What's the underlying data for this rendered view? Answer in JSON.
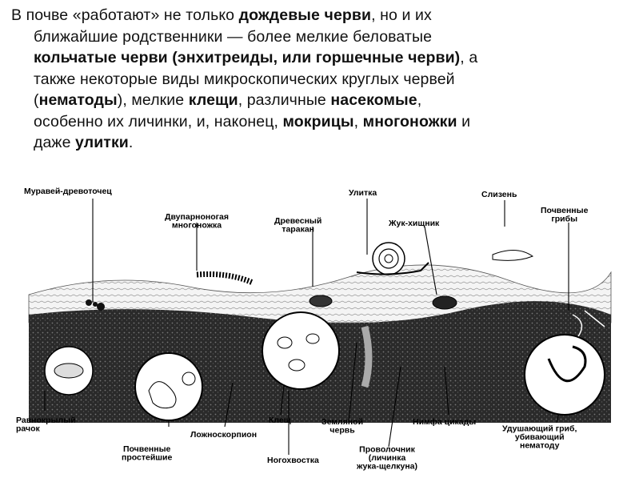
{
  "paragraph": {
    "l1": {
      "a": "В почве «работают» не только ",
      "b": "дождевые черви",
      "c": ", но и их"
    },
    "l2": "ближайшие родственники — более мелкие беловатые",
    "l3": {
      "a": "кольчатые черви (энхитреиды, или горшечные черви)",
      "b": ", а"
    },
    "l4": "также некоторые виды микроскопических круглых червей",
    "l5": {
      "a": "(",
      "b": "нематоды",
      "c": "), мелкие ",
      "d": "клещи",
      "e": ", различные ",
      "f": "насекомые",
      "g": ","
    },
    "l6": {
      "a": "особенно их личинки, и, наконец, ",
      "b": "мокрицы",
      "c": ", ",
      "d": "многоножки",
      "e": " и"
    },
    "l7": {
      "a": "даже ",
      "b": "улитки",
      "c": "."
    }
  },
  "figure": {
    "labels": {
      "ant": "Муравей-древоточец",
      "millipede": [
        "Двупарноногая",
        "многоножка"
      ],
      "cockroach": [
        "Древесный",
        "таракан"
      ],
      "snail": "Улитка",
      "beetle": "Жук-хищник",
      "slug": "Слизень",
      "fungi": [
        "Почвенные",
        "грибы"
      ],
      "earwig": [
        "Равнокрылый",
        "рачок"
      ],
      "protozoa": [
        "Почвенные",
        "простейшие"
      ],
      "pseudoscorpion": "Ложноскорпион",
      "mite": "Клещ",
      "springtail": "Ногохвостка",
      "earthworm": [
        "Земляной",
        "червь"
      ],
      "wireworm": [
        "Проволочник",
        "(личинка",
        "жука-щелкуна)"
      ],
      "cicada": "Нимфа цикады",
      "choking_fungus": [
        "Удушающий гриб,",
        "убивающий",
        "нематоду"
      ]
    }
  }
}
